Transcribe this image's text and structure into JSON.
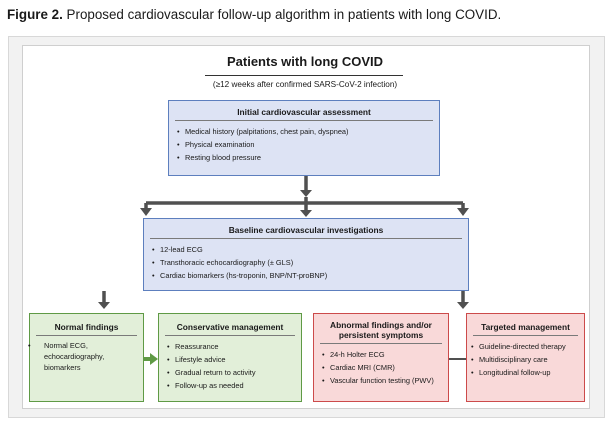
{
  "caption": {
    "label": "Figure 2.",
    "text": "Proposed cardiovascular follow-up algorithm in patients with long COVID."
  },
  "header": {
    "title": "Patients with long COVID",
    "subtitle": "(≥12 weeks after confirmed SARS-CoV-2 infection)"
  },
  "initial": {
    "title": "Initial cardiovascular assessment",
    "items": [
      "Medical history (palpitations, chest pain, dyspnea)",
      "Physical examination",
      "Resting blood pressure"
    ]
  },
  "baseline": {
    "title": "Baseline cardiovascular investigations",
    "items": [
      "12-lead ECG",
      "Transthoracic echocardiography (± GLS)",
      "Cardiac biomarkers (hs-troponin, BNP/NT-proBNP)"
    ]
  },
  "normal": {
    "title": "Normal findings",
    "items": [
      "Normal ECG, echocardiography, biomarkers"
    ]
  },
  "conservative": {
    "title": "Conservative management",
    "items": [
      "Reassurance",
      "Lifestyle advice",
      "Gradual return to activity",
      "Follow-up as needed"
    ]
  },
  "abnormal": {
    "title_line1": "Abnormal findings and/or",
    "title_line2": "persistent symptoms",
    "items": [
      "24-h Holter ECG",
      "Cardiac MRI (CMR)",
      "Vascular function testing (PWV)"
    ]
  },
  "targeted": {
    "title": "Targeted management",
    "items": [
      "Guideline-directed therapy",
      "Multidisciplinary care",
      "Longitudinal follow-up"
    ]
  },
  "colors": {
    "blue_fill": "#dde3f4",
    "blue_border": "#5d7fbe",
    "green_fill": "#e2efd9",
    "green_border": "#5f9a45",
    "red_fill": "#f9d9d9",
    "red_border": "#cc4a4a",
    "arrow": "#505050",
    "green_arrow": "#5f9a45"
  }
}
